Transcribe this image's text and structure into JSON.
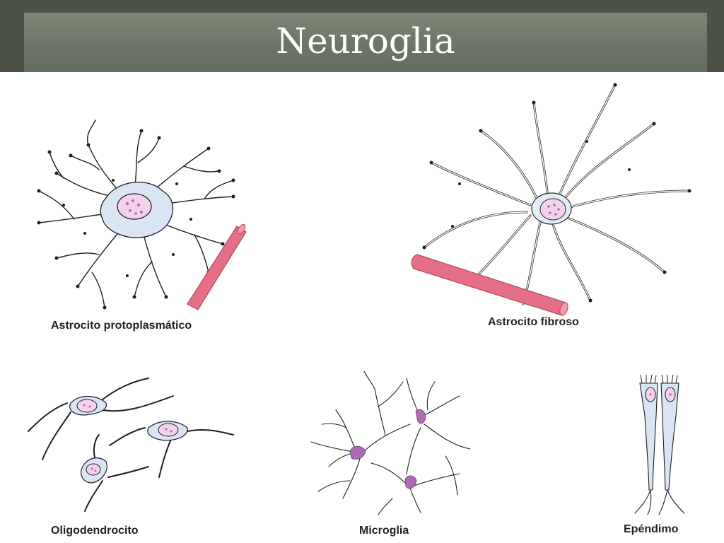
{
  "slide": {
    "title": "Neuroglia"
  },
  "cells": {
    "protoplasmic": {
      "label": "Astrocito protoplasmático"
    },
    "fibrous": {
      "label": "Astrocito fibroso"
    },
    "oligo": {
      "label": "Oligodendrocito"
    },
    "micro": {
      "label": "Microglia"
    },
    "ependymo": {
      "label": "Epéndimo"
    }
  },
  "colors": {
    "cytoplasm": "#d9e4f5",
    "nucleus": "#f4d2ea",
    "granule": "#b06ab8",
    "vessel": "#e56f86",
    "header": "#4c5246"
  }
}
